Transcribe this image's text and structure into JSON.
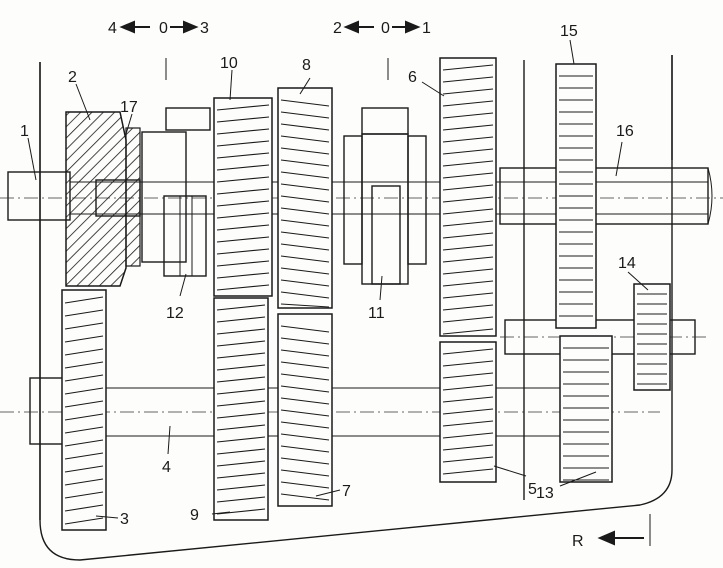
{
  "shift_positions": {
    "left_selector": {
      "left": "4",
      "mid": "0",
      "right": "3"
    },
    "right_selector": {
      "left": "2",
      "mid": "0",
      "right": "1"
    }
  },
  "part_labels": {
    "p1": "1",
    "p2": "2",
    "p3": "3",
    "p4": "4",
    "p5": "5",
    "p6": "6",
    "p7": "7",
    "p8": "8",
    "p9": "9",
    "p10": "10",
    "p11": "11",
    "p12": "12",
    "p13": "13",
    "p14": "14",
    "p15": "15",
    "p16": "16",
    "p17": "17"
  },
  "reverse_label": "R",
  "colors": {
    "ink": "#1a1a1a",
    "paper": "#fdfdfb"
  }
}
